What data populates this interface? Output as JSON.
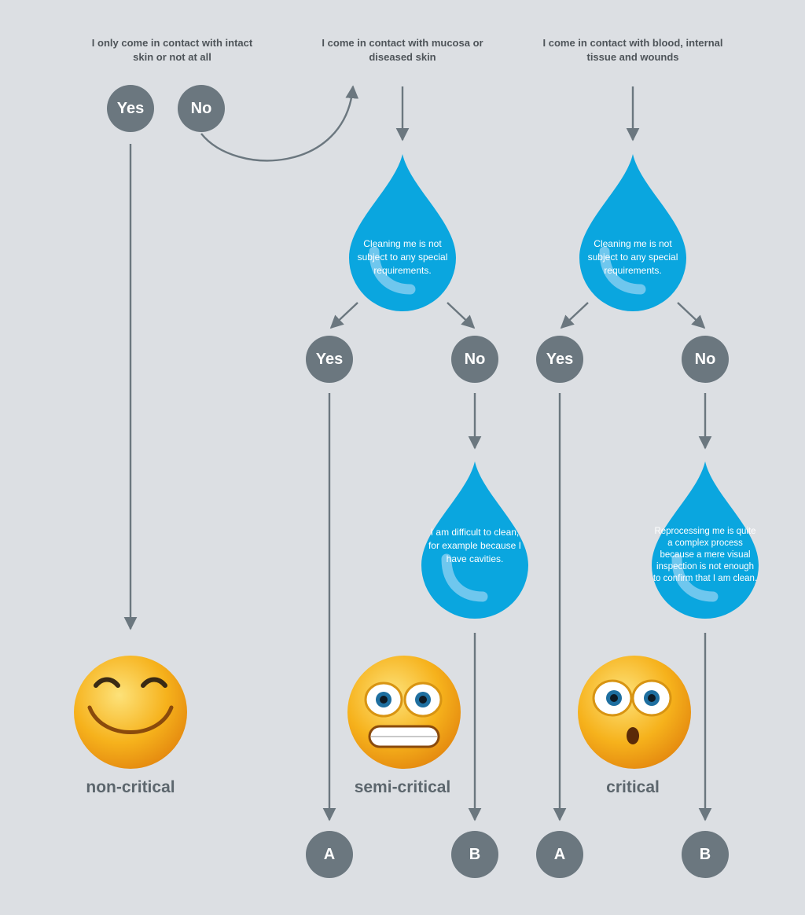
{
  "questions": {
    "intact_skin": "I only come in contact with intact skin or not at all",
    "mucosa": "I come in contact with mucosa or diseased skin",
    "blood": "I come in contact with blood, internal tissue and wounds"
  },
  "answers": {
    "top_yes": "Yes",
    "top_no": "No",
    "semi_yes": "Yes",
    "semi_no": "No",
    "crit_yes": "Yes",
    "crit_no": "No"
  },
  "drops": {
    "semi_cleaning": "Cleaning me is not subject to any special requirements.",
    "crit_cleaning": "Cleaning me is not subject to any special requirements.",
    "semi_difficult": "I am difficult to clean, for example because I have cavities.",
    "crit_complex": "Reprocessing me is quite a complex process because a mere visual inspection is not enough to confirm that I am clean."
  },
  "categories": {
    "non_critical": "non-critical",
    "semi_critical": "semi-critical",
    "critical": "critical"
  },
  "results": {
    "semi_a": "A",
    "semi_b": "B",
    "crit_a": "A",
    "crit_b": "B"
  },
  "colors": {
    "background": "#dcdfe3",
    "node": "#6b777f",
    "drop": "#0aa6df",
    "connector": "#6b777f",
    "emoji": "#f6b21c"
  },
  "icons": {
    "happy": "smiling-face-icon",
    "grimace": "grimacing-face-icon",
    "surprised": "surprised-face-icon",
    "drop": "water-drop-icon"
  }
}
